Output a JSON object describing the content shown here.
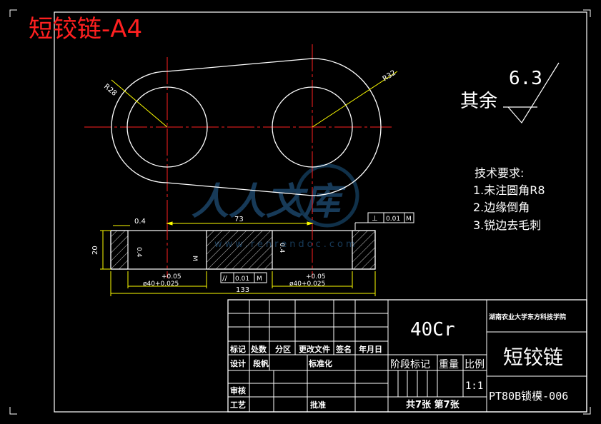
{
  "sheet_title": "短铰链-A4",
  "surface_finish": {
    "label": "其余",
    "value": "6.3"
  },
  "tech_requirements": {
    "heading": "技术要求:",
    "items": [
      "1.未注圆角R8",
      "2.边缘倒角",
      "3.锐边去毛刺"
    ]
  },
  "dims": {
    "r_left": "R28",
    "r_right": "R32",
    "center_dist": "73",
    "chamfer": "0.4",
    "chamfer_v1": "0.4",
    "chamfer_v2": "0.4",
    "thickness": "20",
    "overall": "133",
    "bore_left_tol": "+0.05",
    "bore_left": "ø40+0.025",
    "bore_right_tol": "+0.05",
    "bore_right": "ø40+0.025",
    "gdt_parallel": {
      "symbol": "//",
      "value": "0.01",
      "datum": "M"
    },
    "gdt_perp": {
      "symbol": "⊥",
      "value": "0.01",
      "datum": "M"
    },
    "datum_mark": "M"
  },
  "watermark": {
    "main": "人人文库",
    "sub": "www.renrendoc.com"
  },
  "title_block": {
    "material": "40Cr",
    "school": "湖南农业大学东方科技学院",
    "part_name": "短铰链",
    "drawing_no": "PT80B锁模-006",
    "scale": "1:1",
    "sheets": "共7张 第7张",
    "labels": {
      "biaoji": "标记",
      "chushu": "处数",
      "fenqu": "分区",
      "genggai": "更改文件",
      "qianming": "签名",
      "nianyueri": "年月日",
      "sheji": "设计",
      "duanshi": "段帆",
      "biaozhunhua": "标准化",
      "jieduan": "阶段标记",
      "zhongliang": "重量",
      "bili": "比例",
      "shenhe": "审核",
      "gongyi": "工艺",
      "pizhun": "批准"
    }
  }
}
